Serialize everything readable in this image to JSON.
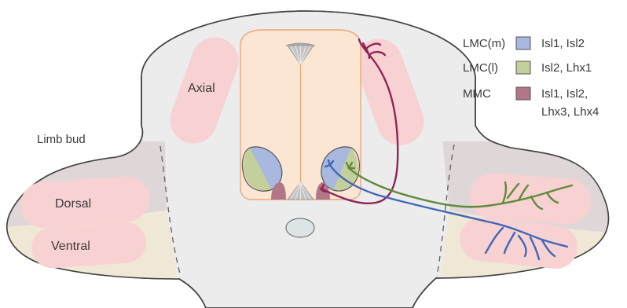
{
  "labels": {
    "axial": "Axial",
    "limb_bud": "Limb bud",
    "dorsal": "Dorsal",
    "ventral": "Ventral"
  },
  "legend": [
    {
      "name": "LMC(m)",
      "color": "#a8b8df",
      "genes": [
        "Isl1, Isl2"
      ]
    },
    {
      "name": "LMC(l)",
      "color": "#c3d09c",
      "genes": [
        "Isl2, Lhx1"
      ]
    },
    {
      "name": "MMC",
      "color": "#b27688",
      "genes": [
        "Isl1, Isl2,",
        "Lhx3, Lhx4"
      ]
    }
  ],
  "colors": {
    "body_fill": "#ececec",
    "body_stroke": "#444444",
    "limb_dorsal_bg": "#dfd7d7",
    "limb_ventral_bg": "#efe8d6",
    "somite_pink": "#f8d2d2",
    "neural_tube": "#fbe5d3",
    "neural_tube_stroke": "#e8a87a",
    "lmc_m": "#a8b8df",
    "lmc_l": "#c3d09c",
    "mmc": "#b27688",
    "axon_blue": "#3f67b7",
    "axon_green": "#5f8a3c",
    "axon_red": "#8e2457",
    "plate_gray": "#b9b9b9",
    "notochord": "#dde4e6"
  }
}
